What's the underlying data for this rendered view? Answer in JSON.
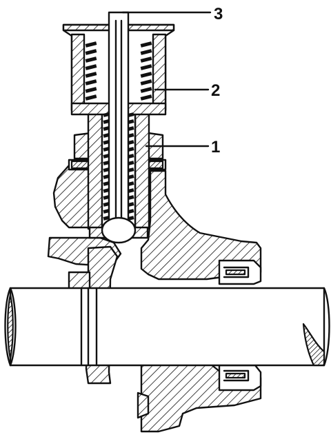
{
  "labels": {
    "label_1": "1",
    "label_2": "2",
    "label_3": "3"
  },
  "colors": {
    "ink": "#111111",
    "paper": "#ffffff"
  }
}
